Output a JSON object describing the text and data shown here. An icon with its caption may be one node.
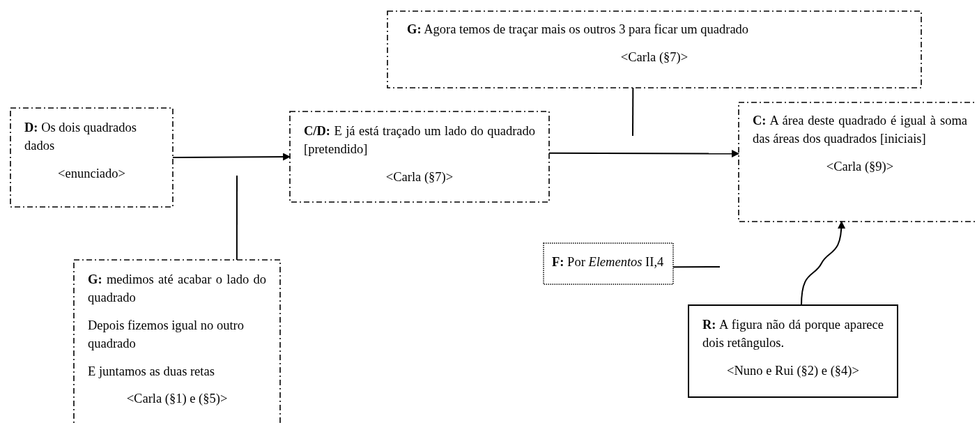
{
  "diagram": {
    "nodes": [
      {
        "text": [
          "**D:** Os dois quadrados dados",
          "<enunciado>"
        ]
      },
      {
        "text": [
          "**C/D:** E já está traçado um lado do quadrado [pretendido]",
          "<Carla (§7)>"
        ]
      },
      {
        "text": [
          "**G:** Agora temos de traçar mais os outros 3 para ficar um quadrado",
          "<Carla (§7)>"
        ]
      },
      {
        "text": [
          "**C:** A área deste quadrado é igual à soma das áreas dos quadrados [iniciais]",
          "<Carla (§9)>"
        ]
      },
      {
        "text": [
          "**G:** medimos até acabar o lado do quadrado",
          "Depois fizemos igual no outro quadrado",
          "E juntamos as duas retas",
          "<Carla (§1) e (§5)>"
        ]
      },
      {
        "text": [
          "**F:** Por *Elementos* II,4"
        ]
      },
      {
        "text": [
          "**R:** A figura não dá porque aparece dois retângulos.",
          "<Nuno e Rui (§2) e (§4)>"
        ]
      }
    ],
    "edges": [
      {
        "from": 0,
        "to": 1,
        "arrow": "to"
      },
      {
        "from": 4,
        "to": null,
        "arrow": "none"
      },
      {
        "from": 1,
        "to": 3,
        "arrow": "to"
      },
      {
        "from": 2,
        "to": null,
        "arrow": "none"
      },
      {
        "from": 5,
        "to": null,
        "arrow": "none"
      },
      {
        "from": 6,
        "to": 3,
        "arrow": "to"
      }
    ]
  }
}
